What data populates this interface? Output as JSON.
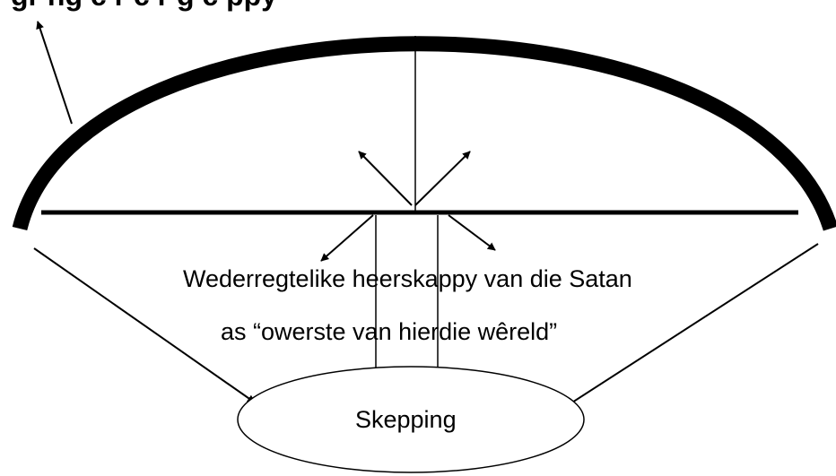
{
  "diagram": {
    "title_fragment": "gr ng  c r    c   r     g  c  ppy",
    "labels": {
      "rule_line1": "Wederregtelike heerskappy van die  Satan",
      "rule_line2": "as “owerste van hierdie wêreld”",
      "creation": "Skepping"
    },
    "colors": {
      "ink": "#000000",
      "background": "#ffffff"
    }
  }
}
